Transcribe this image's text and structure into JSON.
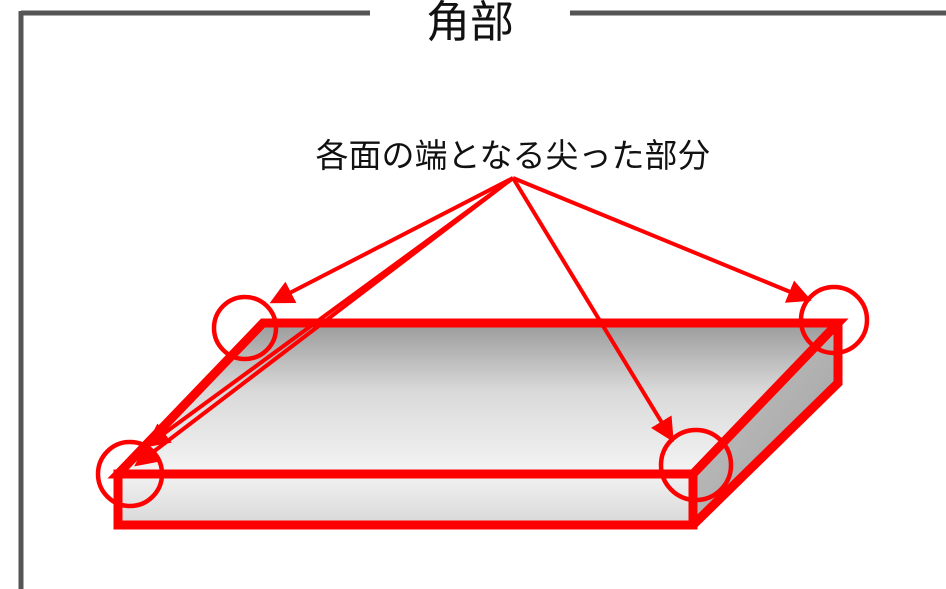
{
  "section": {
    "heading": "角部"
  },
  "callout": {
    "label": "各面の端となる尖った部分"
  },
  "colors": {
    "frame": "#555555",
    "highlight": "#ff0000",
    "top_face_light": "#f4f4f4",
    "top_face_dark": "#9a9a9a",
    "side_face": "#b4b4b4",
    "front_face": "#e6e6e6"
  },
  "icons": {
    "corner_marker": "red-circle",
    "pointer": "red-arrow"
  }
}
